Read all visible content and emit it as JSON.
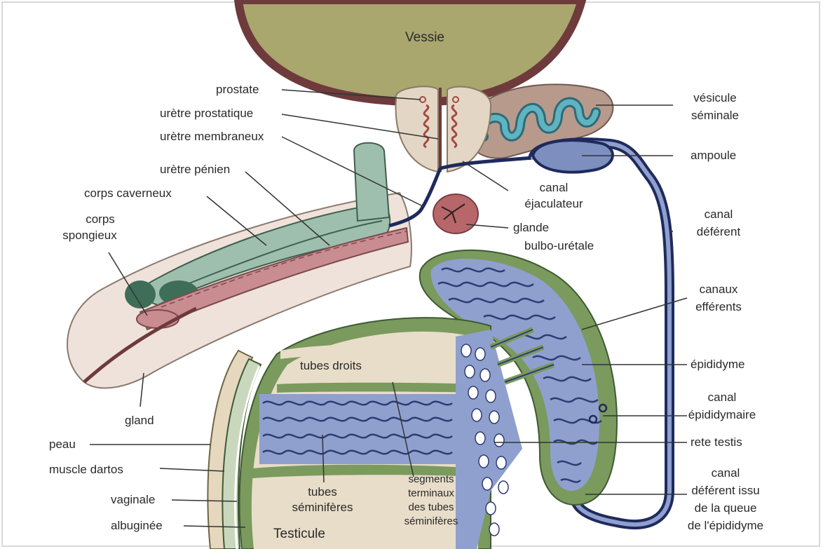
{
  "labels": {
    "vessie": "Vessie",
    "prostate": "prostate",
    "uretre_prostatique": "urètre prostatique",
    "uretre_membraneux": "urètre membraneux",
    "uretre_penien": "urètre pénien",
    "corps_caverneux": "corps caverneux",
    "corps_spongieux_1": "corps",
    "corps_spongieux_2": "spongieux",
    "gland": "gland",
    "peau": "peau",
    "muscle_dartos": "muscle dartos",
    "vaginale": "vaginale",
    "albuginee": "albuginée",
    "testicule": "Testicule",
    "tubes_droits": "tubes droits",
    "tubes_seminiferes_1": "tubes",
    "tubes_seminiferes_2": "séminifères",
    "segments_1": "segments",
    "segments_2": "terminaux",
    "segments_3": "des tubes",
    "segments_4": "séminifères",
    "vesicule_1": "vésicule",
    "vesicule_2": "séminale",
    "ampoule": "ampoule",
    "canal_ejac_1": "canal",
    "canal_ejac_2": "éjaculateur",
    "glande_1": "glande",
    "glande_2": "bulbo-urétale",
    "canal_deferent_1": "canal",
    "canal_deferent_2": "déférent",
    "canaux_eff_1": "canaux",
    "canaux_eff_2": "efférents",
    "epididyme": "épididyme",
    "canal_epid_1": "canal",
    "canal_epid_2": "épididymaire",
    "rete_testis": "rete testis",
    "def_issu_1": "canal",
    "def_issu_2": "déférent issu",
    "def_issu_3": "de la queue",
    "def_issu_4": "de l'épididyme"
  },
  "colors": {
    "bladder": "#a9a66e",
    "bladder_wall": "#6e3a3c",
    "prostate": "#e4d6c4",
    "vesicle": "#b79a8c",
    "vesicle_tube": "#4ea6b2",
    "duct": "#1f2a5c",
    "ampulla": "#7d8fbf",
    "gland": "#b7666a",
    "penis_skin": "#efe2da",
    "cavernous": "#9fbfae",
    "cavernous_dark": "#3f6e58",
    "spongy": "#c98c90",
    "epididymis": "#8fa0cf",
    "tubule_dark": "#2e3c72",
    "tunica_green": "#7a9a5e",
    "testis_fill": "#e8ddc9"
  }
}
